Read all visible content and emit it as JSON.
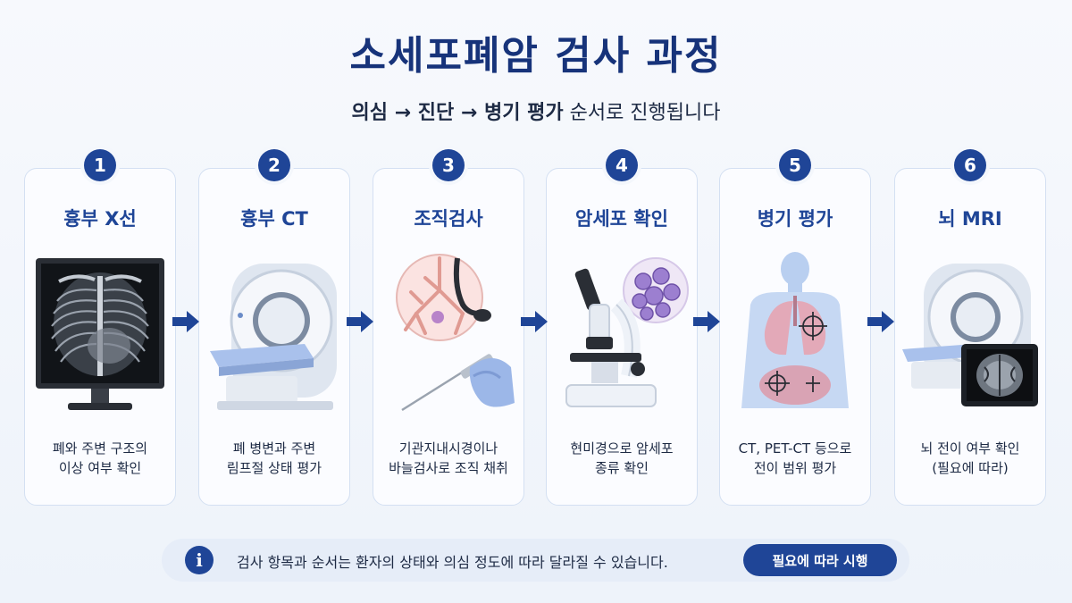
{
  "header": {
    "title": "소세포폐암 검사 과정",
    "subtitle": {
      "s1": "의심",
      "arrow1": " → ",
      "s2": "진단",
      "arrow2": " → ",
      "s3": "병기 평가",
      "rest": " 순서로 진행됩니다"
    }
  },
  "steps": [
    {
      "number": "1",
      "title": "흉부 X선",
      "desc": [
        "폐와 주변 구조의",
        "이상 여부 확인"
      ],
      "icon": "chest-xray-icon"
    },
    {
      "number": "2",
      "title": "흉부 CT",
      "desc": [
        "폐 병변과 주변",
        "림프절 상태 평가"
      ],
      "icon": "ct-scanner-icon"
    },
    {
      "number": "3",
      "title": "조직검사",
      "desc": [
        "기관지내시경이나",
        "바늘검사로 조직 채취"
      ],
      "icon": "biopsy-icon"
    },
    {
      "number": "4",
      "title": "암세포 확인",
      "desc": [
        "현미경으로 암세포",
        "종류 확인"
      ],
      "icon": "microscope-icon"
    },
    {
      "number": "5",
      "title": "병기 평가",
      "desc": [
        "CT, PET-CT 등으로",
        "전이 범위 평가"
      ],
      "icon": "body-scan-icon"
    },
    {
      "number": "6",
      "title": "뇌 MRI",
      "desc": [
        "뇌 전이 여부 확인",
        "(필요에 따라)"
      ],
      "icon": "mri-icon"
    }
  ],
  "footer": {
    "icon": "info-icon",
    "icon_glyph": "i",
    "text": "검사 항목과 순서는 환자의 상태와 의심 정도에 따라 달라질 수 있습니다.",
    "badge": "필요에 따라 시행"
  },
  "colors": {
    "primary": "#1f4597",
    "title": "#17337a",
    "card_border": "#d4e0f2"
  }
}
